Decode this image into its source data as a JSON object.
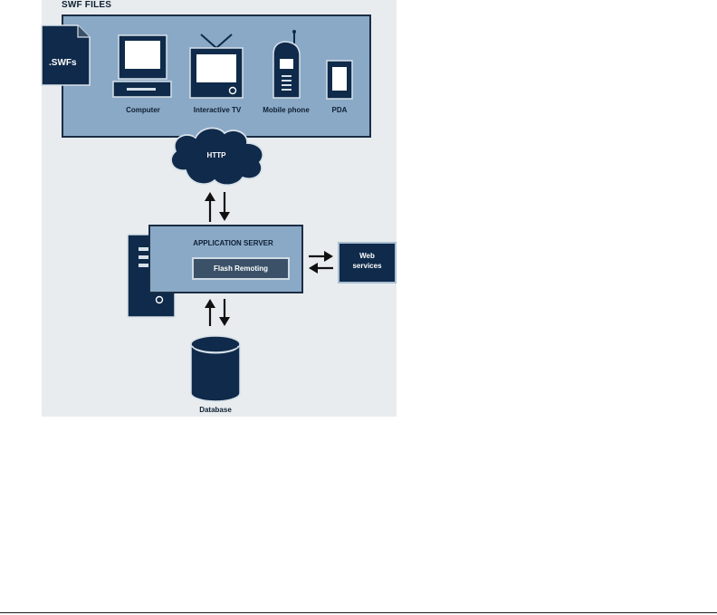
{
  "diagram": {
    "title": "SWF FILES",
    "swf_file_label": ".SWFs",
    "devices": {
      "computer": "Computer",
      "interactive_tv": "Interactive TV",
      "mobile_phone": "Mobile phone",
      "pda": "PDA"
    },
    "cloud_label": "HTTP",
    "app_server_label": "APPLICATION SERVER",
    "flash_remoting_label": "Flash Remoting",
    "web_services_label_line1": "Web",
    "web_services_label_line2": "services",
    "database_label": "Database"
  },
  "colors": {
    "navy": "#0f2a4a",
    "light_blue": "#8aa9c6",
    "panel_bg": "#e8ecee"
  }
}
